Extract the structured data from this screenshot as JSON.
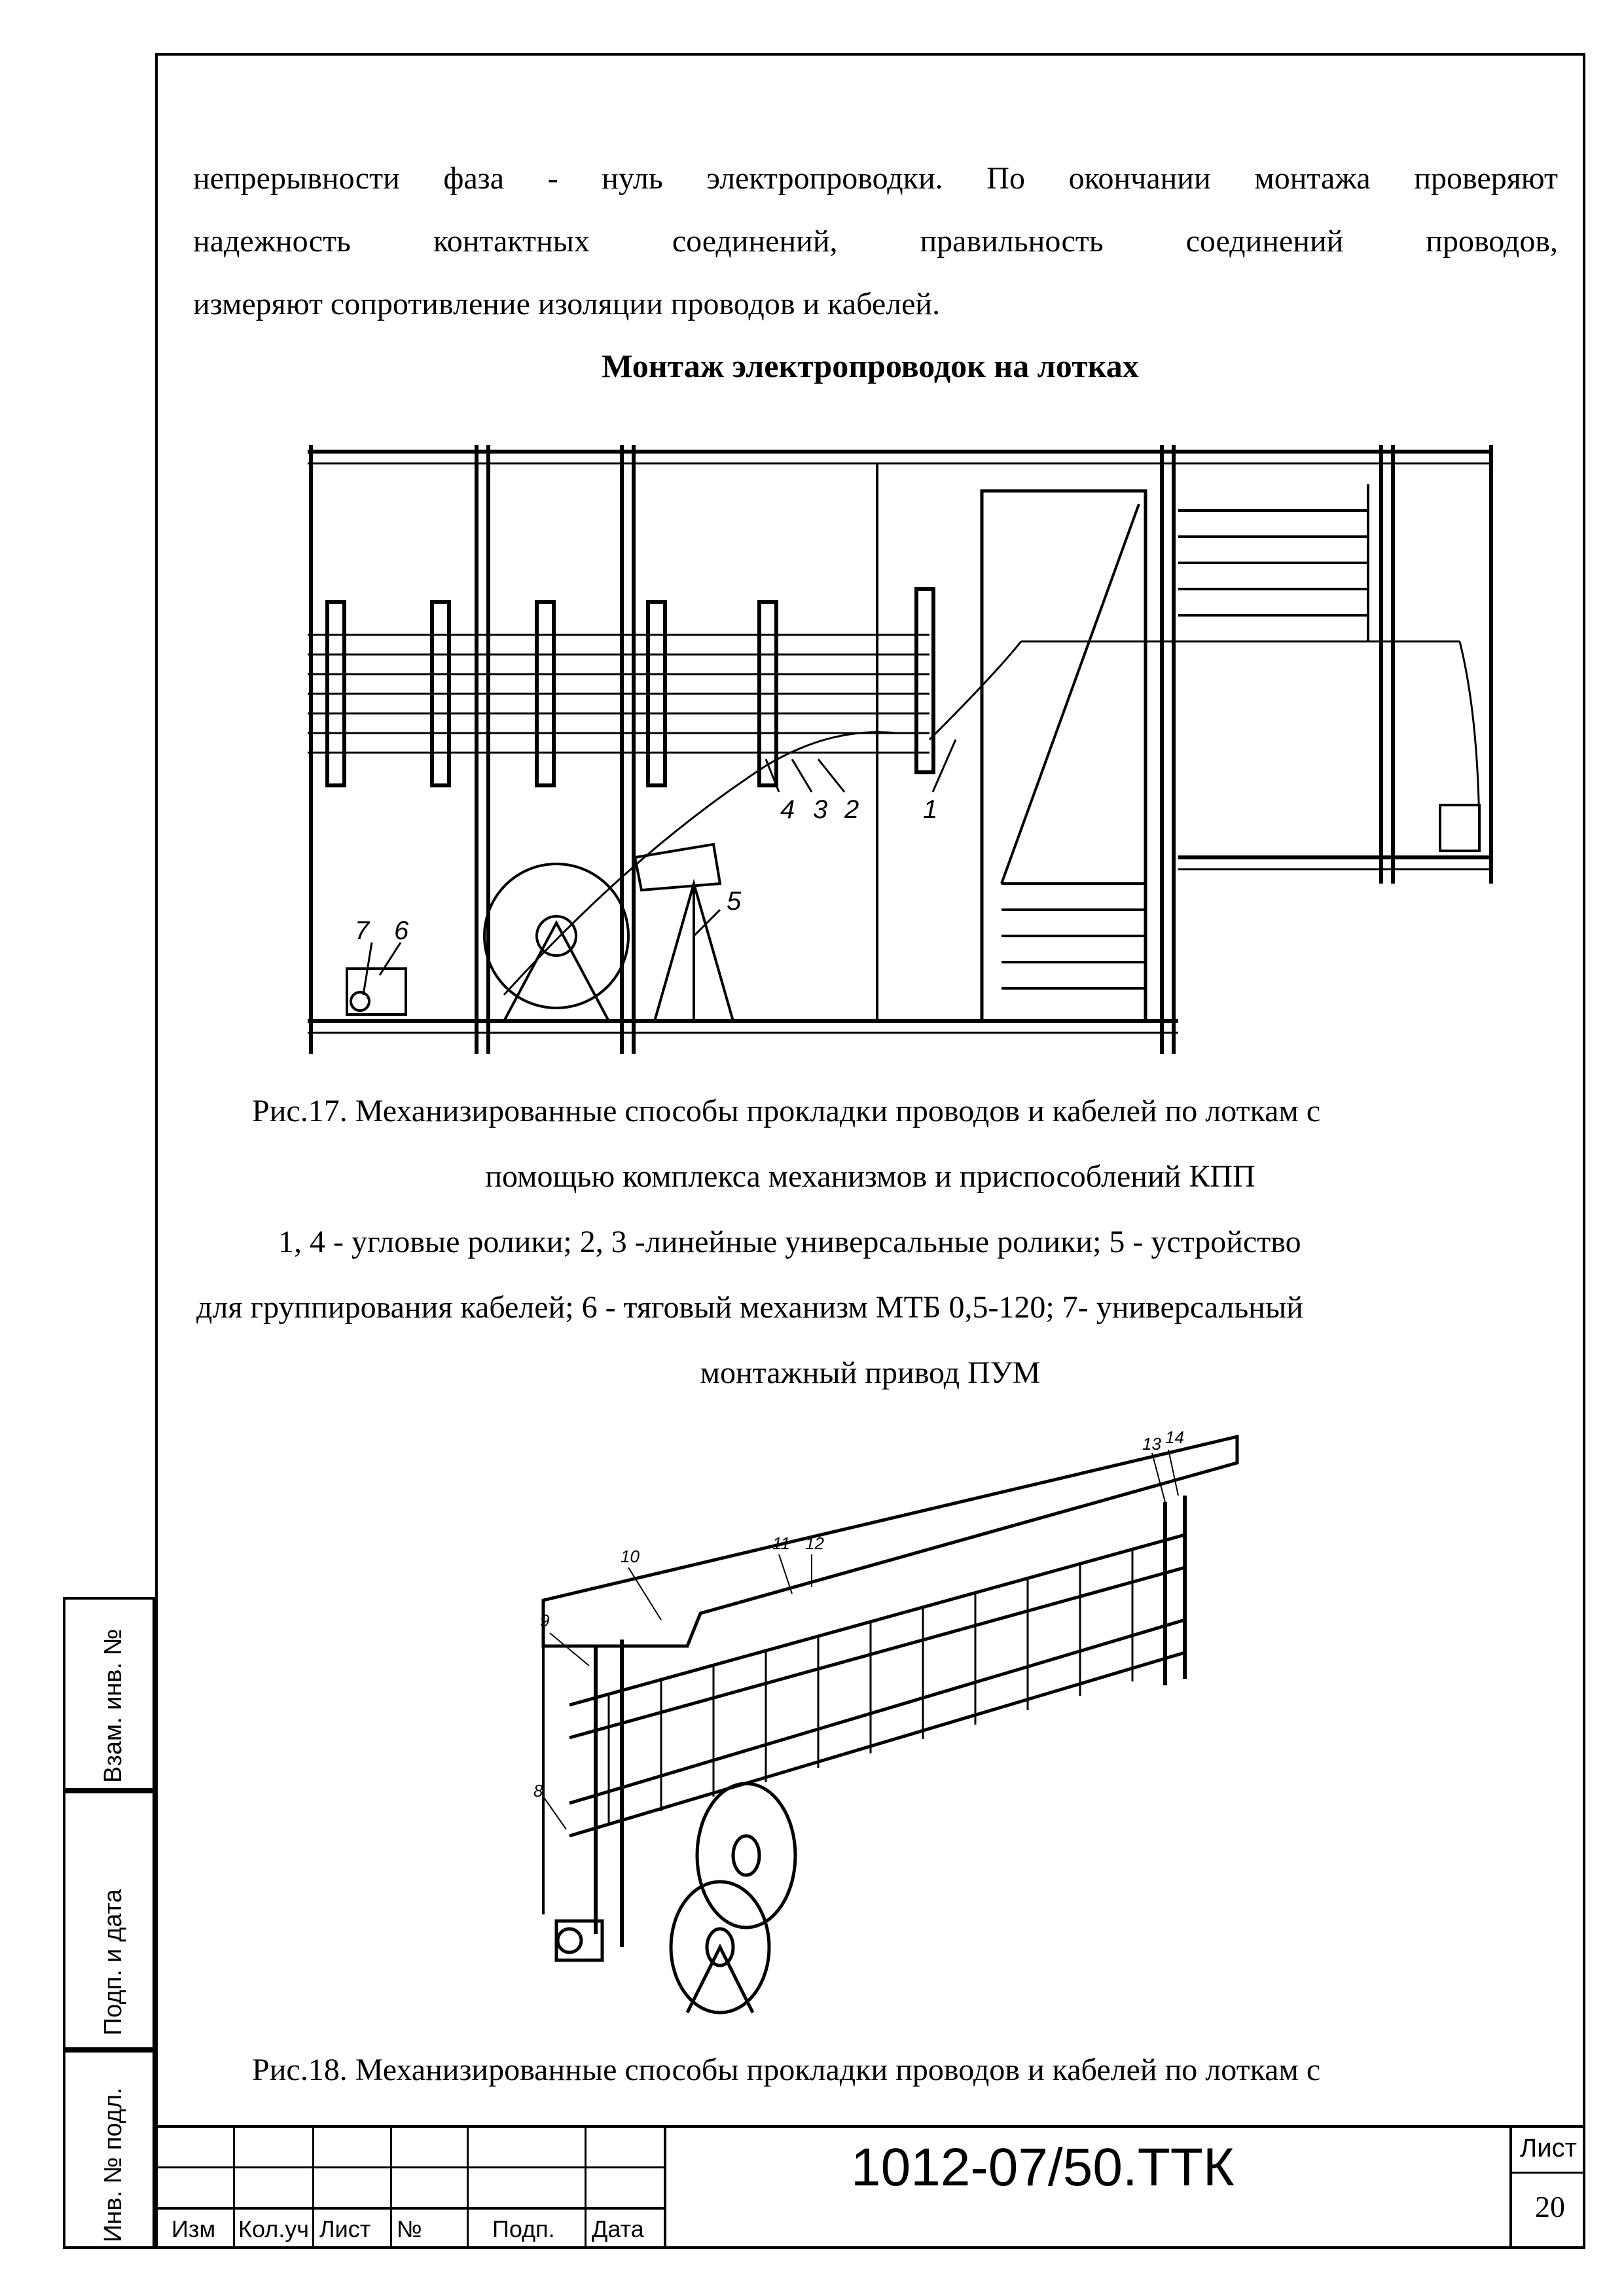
{
  "body_text": {
    "lines": [
      "непрерывности фаза - нуль электропроводки. По окончании монтажа проверяют",
      "надежность контактных соединений, правильность соединений проводов,",
      "измеряют сопротивление изоляции проводов и кабелей."
    ]
  },
  "section_heading": "Монтаж электропроводок на лотках",
  "figure17": {
    "callouts": [
      "1",
      "2",
      "3",
      "4",
      "5",
      "6",
      "7"
    ],
    "caption_line1": "Рис.17. Механизированные способы прокладки проводов и кабелей по лоткам с",
    "caption_line2": "помощью комплекса механизмов и приспособлений КПП",
    "legend_line1": "1, 4 - угловые ролики; 2, 3 -линейные универсальные ролики; 5 - устройство",
    "legend_line2": "для группирования кабелей; 6 - тяговый механизм МТБ 0,5-120; 7- универсальный",
    "legend_line3": "монтажный привод ПУМ"
  },
  "figure18": {
    "callouts": [
      "8",
      "9",
      "10",
      "11",
      "12",
      "13",
      "14"
    ],
    "caption_line1": "Рис.18. Механизированные способы прокладки проводов и кабелей по лоткам с"
  },
  "sidebar": {
    "cells": [
      "Взам. инв. №",
      "Подп. и дата",
      "Инв. № подл."
    ]
  },
  "title_block": {
    "columns": [
      "Изм",
      "Кол.уч",
      "Лист",
      "№",
      "Подп.",
      "Дата"
    ],
    "document_code": "1012-07/50.ТТК",
    "sheet_label": "Лист",
    "sheet_number": "20"
  }
}
